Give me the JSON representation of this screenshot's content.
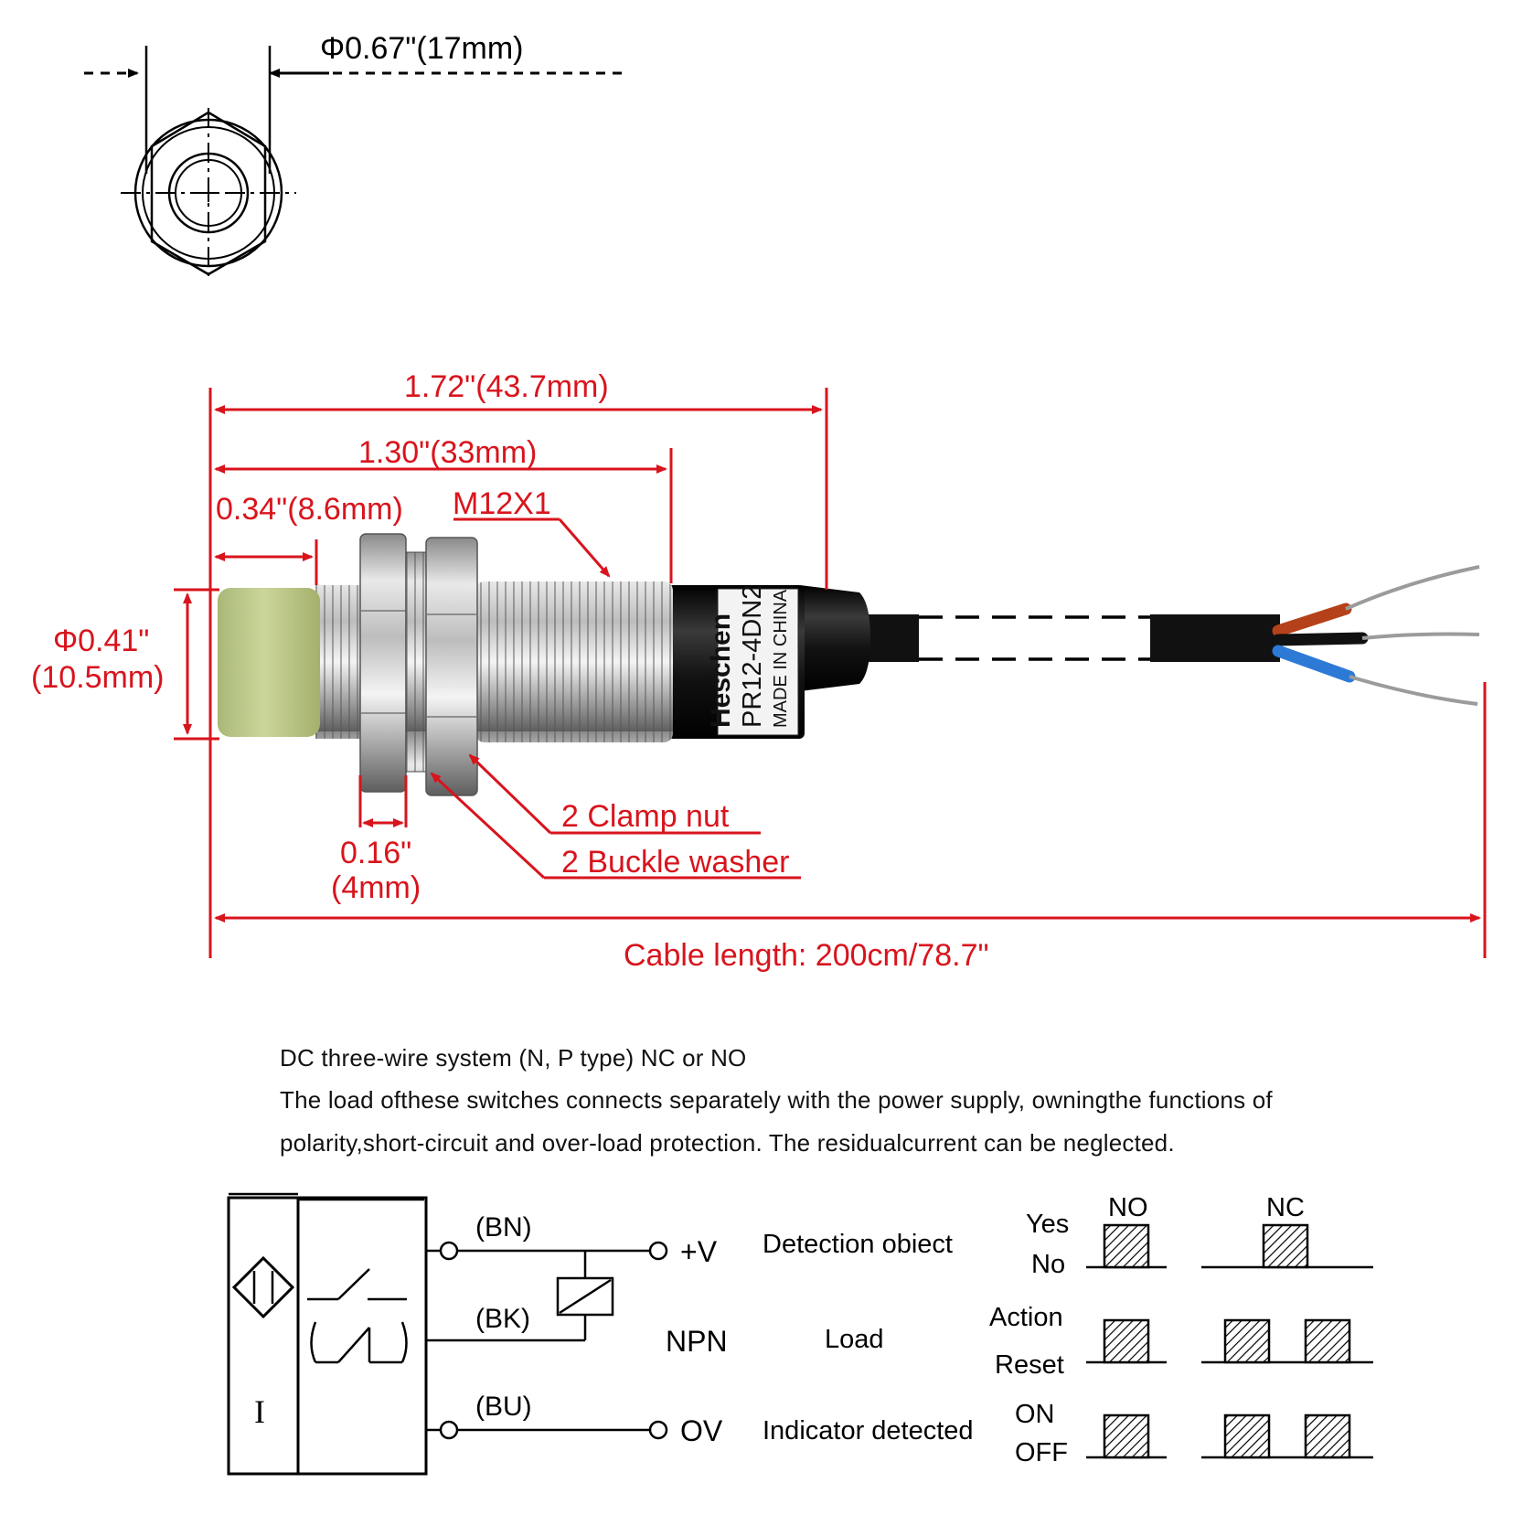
{
  "dimensions": {
    "face_diameter": "Φ0.67\"(17mm)",
    "total_length": "1.72\"(43.7mm)",
    "thread_length": "1.30\"(33mm)",
    "head_length": "0.34\"(8.6mm)",
    "thread_spec": "M12X1",
    "head_diameter_in": "Φ0.41\"",
    "head_diameter_mm": "(10.5mm)",
    "nut_thickness_in": "0.16\"",
    "nut_thickness_mm": "(4mm)",
    "clamp_nut": "2 Clamp nut",
    "buckle_washer": "2 Buckle washer",
    "cable_length": "Cable length: 200cm/78.7\""
  },
  "sensor_body": {
    "brand": "Heschen",
    "model": "PR12-4DN2",
    "origin": "MADE IN CHINA"
  },
  "description": {
    "heading": "DC three-wire system (N, P type) NC or NO",
    "line1": "The load ofthese switches connects separately with the power supply, owningthe functions of",
    "line2": "polarity,short-circuit and over-load protection. The residualcurrent can be neglected."
  },
  "wiring": {
    "wire_bn": "(BN)",
    "wire_bk": "(BK)",
    "wire_bu": "(BU)",
    "terminal_pos": "+V",
    "terminal_neg": "OV",
    "type": "NPN",
    "current_symbol": "I"
  },
  "timing": {
    "col_no": "NO",
    "col_nc": "NC",
    "row1_label": "Detection obiect",
    "row1_high": "Yes",
    "row1_low": "No",
    "row2_label": "Load",
    "row2_high": "Action",
    "row2_low": "Reset",
    "row3_label": "Indicator detected",
    "row3_high": "ON",
    "row3_low": "OFF"
  },
  "colors": {
    "dimension_red": "#d8141d",
    "sensor_face": "#c3cf8e",
    "wire_brown": "#b4411a",
    "wire_blue": "#2d7ad6",
    "wire_black": "#111111"
  }
}
